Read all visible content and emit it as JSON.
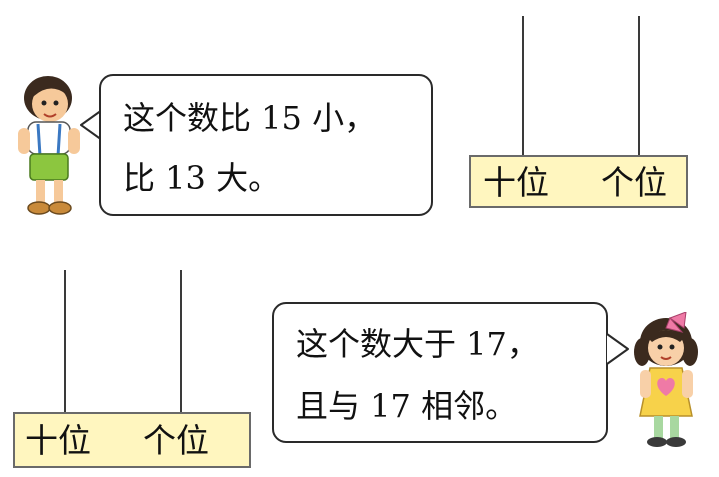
{
  "card_top": {
    "bubble_lines": [
      "这个数比 15 小，",
      "比 13 大。"
    ],
    "counter_labels": {
      "tens": "十位",
      "ones": "个位"
    }
  },
  "card_bottom": {
    "bubble_lines": [
      "这个数大于 17，",
      "且与 17 相邻。"
    ],
    "counter_labels": {
      "tens": "十位",
      "ones": "个位"
    }
  },
  "colors": {
    "counter_base": "#fff6bf",
    "boy_shirt": "#ffffff",
    "boy_shorts": "#8cc63f",
    "girl_dress": "#f7d24a",
    "girl_bow": "#ef7aa6"
  }
}
